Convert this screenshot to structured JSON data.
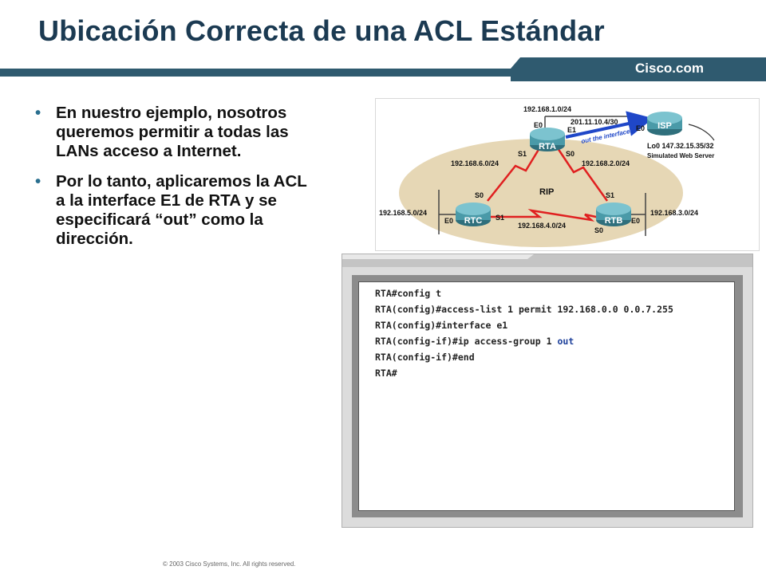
{
  "slide": {
    "title": "Ubicación Correcta de una ACL Estándar",
    "brand": "Cisco.com",
    "copyright": "© 2003 Cisco Systems, Inc. All rights reserved.",
    "bullets": [
      "En nuestro ejemplo, nosotros queremos permitir a todas las LANs acceso a Internet.",
      "Por lo tanto, aplicaremos la ACL a la interface E1 de RTA y se especificará “out” como la dirección."
    ]
  },
  "diagram": {
    "routers": {
      "rta": "RTA",
      "rtb": "RTB",
      "rtc": "RTC",
      "isp": "ISP"
    },
    "networks": {
      "rta_lan": "192.168.1.0/24",
      "rta_isp_link": "201.11.10.4/30",
      "rta_rtc": "192.168.6.0/24",
      "rta_rtb": "192.168.2.0/24",
      "rtc_lan": "192.168.5.0/24",
      "rtc_rtb": "192.168.4.0/24",
      "rtb_lan": "192.168.3.0/24"
    },
    "interfaces": {
      "rta_e0": "E0",
      "rta_e1": "E1",
      "rta_s0": "S0",
      "rta_s1": "S1",
      "isp_e0": "E0",
      "rtc_s0": "S0",
      "rtc_s1": "S1",
      "rtc_e0": "E0",
      "rtb_s1": "S1",
      "rtb_s0": "S0",
      "rtb_e0": "E0"
    },
    "protocol": "RIP",
    "out_label": "out the interface",
    "server_ip": "Lo0 147.32.15.35/32",
    "server_label": "Simulated Web Server"
  },
  "cli": {
    "lines": [
      {
        "pre": "RTA#config t",
        "hl": ""
      },
      {
        "pre": "RTA(config)#access-list 1 permit 192.168.0.0 0.0.7.255",
        "hl": ""
      },
      {
        "pre": "RTA(config)#interface e1",
        "hl": ""
      },
      {
        "pre": "RTA(config-if)#ip access-group 1 ",
        "hl": "out"
      },
      {
        "pre": "RTA(config-if)#end",
        "hl": ""
      },
      {
        "pre": "RTA#",
        "hl": ""
      }
    ]
  },
  "colors": {
    "title": "#1b3a52",
    "bar": "#2f5a6f",
    "router": "#4a9aa8",
    "wan": "#e02020",
    "arrow": "#1f47c8"
  }
}
